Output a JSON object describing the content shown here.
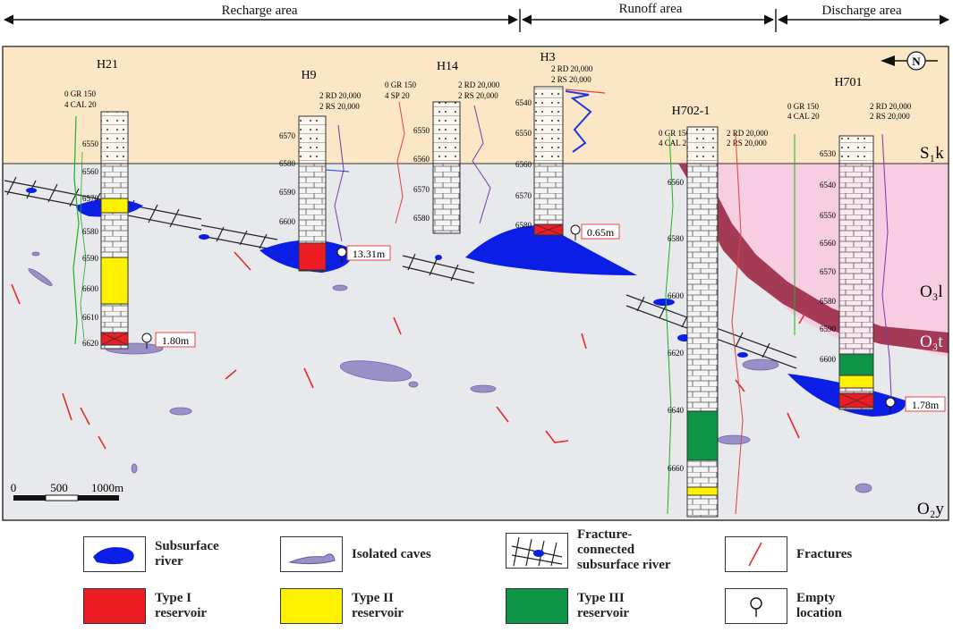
{
  "zones": [
    {
      "label": "Recharge area"
    },
    {
      "label": "Runoff area"
    },
    {
      "label": "Discharge area"
    }
  ],
  "north_label": "N",
  "wells": [
    {
      "name": "H21",
      "logs": [
        "0 GR 150",
        "4 CAL 20"
      ],
      "depths": [
        "6550",
        "6560",
        "6570",
        "6580",
        "6590",
        "6600",
        "6610",
        "6620"
      ],
      "empty_thickness": "1.80m"
    },
    {
      "name": "H9",
      "logs": [
        "2 RD 20,000",
        "2 RS 20,000"
      ],
      "depths": [
        "6570",
        "6580",
        "6590",
        "6600"
      ],
      "empty_thickness": "13.31m"
    },
    {
      "name": "H14",
      "logs": [
        "0 GR 150",
        "4 SP 20",
        "2 RD 20,000",
        "2 RS 20,000"
      ],
      "depths": [
        "6550",
        "6560",
        "6570",
        "6580"
      ]
    },
    {
      "name": "H3",
      "logs": [
        "2 RD 20,000",
        "2 RS 20,000"
      ],
      "depths": [
        "6540",
        "6550",
        "6560",
        "6570",
        "6580"
      ],
      "empty_thickness": "0.65m"
    },
    {
      "name": "H702-1",
      "logs": [
        "0 GR 150",
        "4 CAL 20",
        "2 RD 20,000",
        "2 RS 20,000"
      ],
      "depths": [
        "6560",
        "6580",
        "6600",
        "6620",
        "6640",
        "6660"
      ]
    },
    {
      "name": "H701",
      "logs": [
        "0 GR 150",
        "4 CAL 20",
        "2 RD 20,000",
        "2 RS 20,000"
      ],
      "depths": [
        "6530",
        "6540",
        "6550",
        "6560",
        "6570",
        "6580",
        "6590",
        "6600"
      ],
      "empty_thickness": "1.78m"
    }
  ],
  "formations": {
    "s1k": "S₁k",
    "o3l": "O₃l",
    "o3t": "O₃t",
    "o2y": "O₂y"
  },
  "scale": {
    "labels": [
      "0",
      "500",
      "1000m"
    ]
  },
  "legend": [
    {
      "label": "Subsurface\nriver",
      "icon": "subsurface-river"
    },
    {
      "label": "Isolated caves",
      "icon": "isolated-cave"
    },
    {
      "label": "Fracture-\nconnected\nsubsurface river",
      "icon": "fracture-connected-river"
    },
    {
      "label": "Fractures",
      "icon": "fracture"
    },
    {
      "label": "Type I\nreservoir",
      "icon": "type-i",
      "color": "#ee1c25"
    },
    {
      "label": "Type II\nreservoir",
      "icon": "type-ii",
      "color": "#fff200"
    },
    {
      "label": "Type III\nreservoir",
      "icon": "type-iii",
      "color": "#0d9447"
    },
    {
      "label": "Empty\nlocation",
      "icon": "empty-location"
    }
  ],
  "colors": {
    "cretaceous_band": "#fbe6c6",
    "limestone_bg": "#e8e9ec",
    "discharge_pink": "#f7cde2",
    "river_blue": "#0a1ee6",
    "cave_purple": "#9a90c8",
    "fracture_red": "#e52a2a",
    "o3t_band": "#a43a55"
  }
}
